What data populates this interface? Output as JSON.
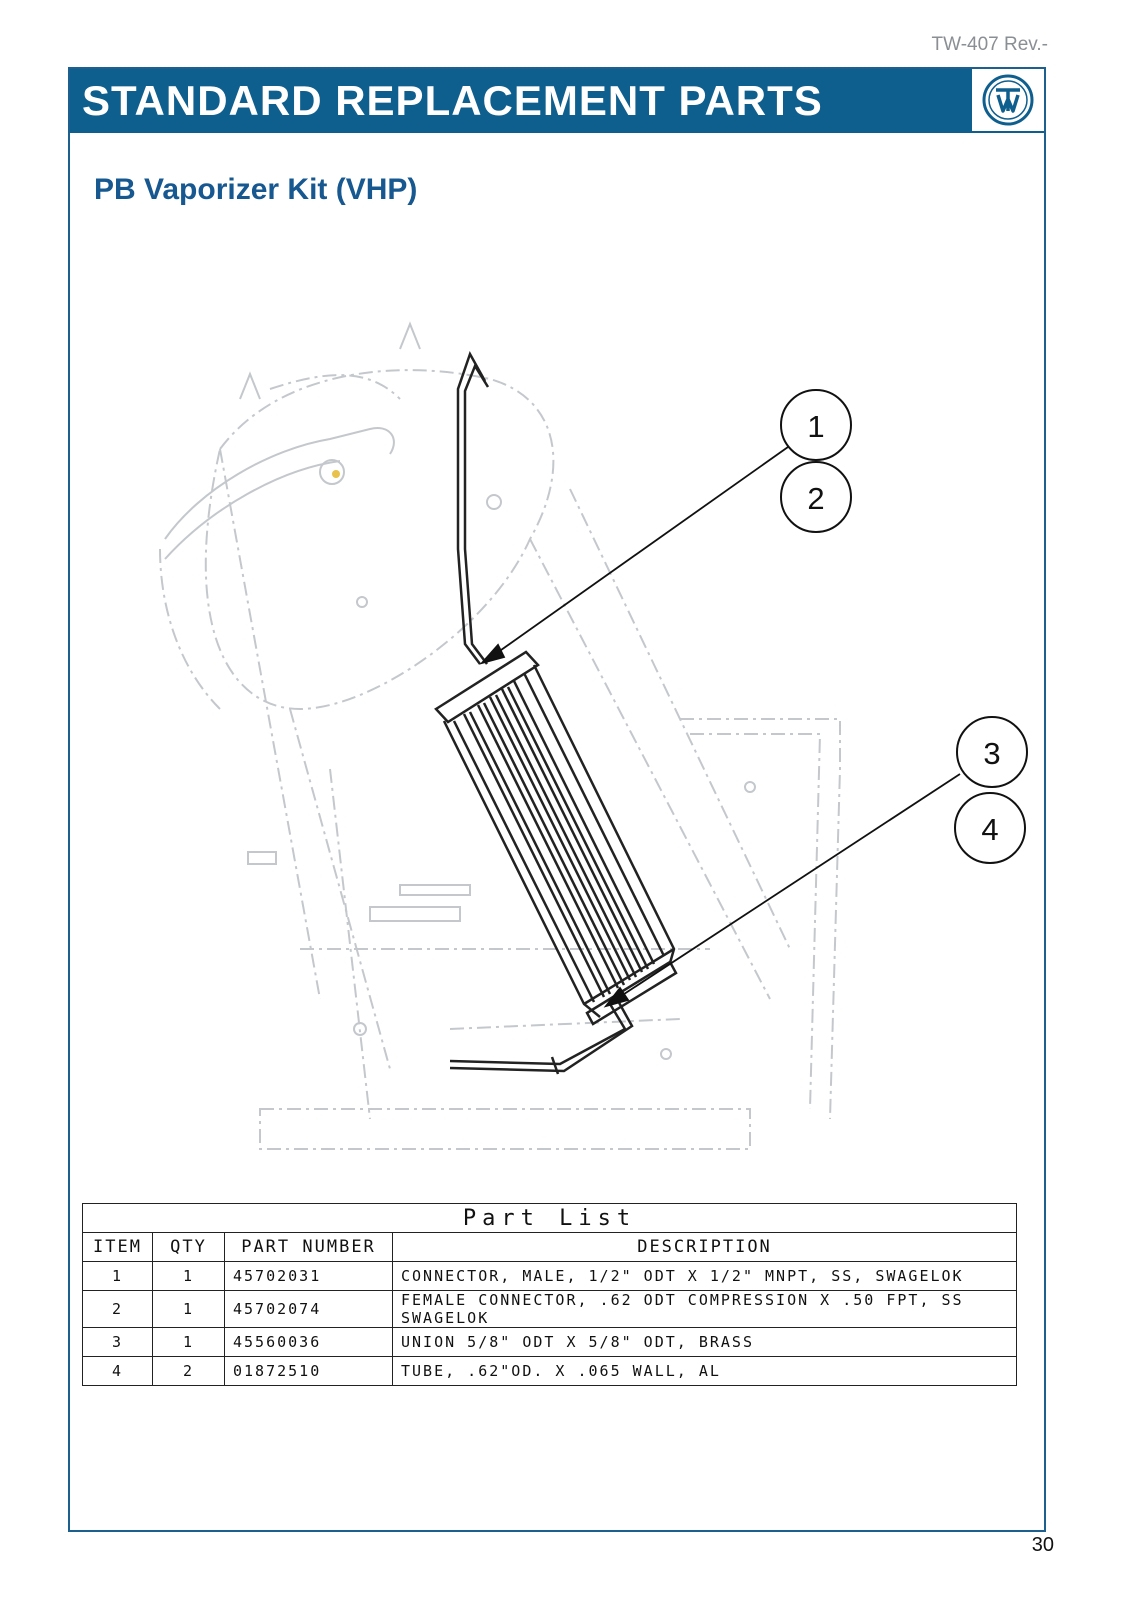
{
  "document_id": "TW-407 Rev.-",
  "banner": {
    "title": "STANDARD REPLACEMENT PARTS",
    "logo": "tw-logo"
  },
  "section_title": "PB Vaporizer Kit (VHP)",
  "callouts": [
    "1",
    "2",
    "3",
    "4"
  ],
  "part_list": {
    "caption": "Part List",
    "columns": [
      "ITEM",
      "QTY",
      "PART NUMBER",
      "DESCRIPTION"
    ],
    "rows": [
      {
        "item": "1",
        "qty": "1",
        "part_number": "45702031",
        "description": "CONNECTOR, MALE, 1/2\" ODT X 1/2\" MNPT, SS, SWAGELOK"
      },
      {
        "item": "2",
        "qty": "1",
        "part_number": "45702074",
        "description": "FEMALE CONNECTOR, .62 ODT COMPRESSION X .50 FPT, SS SWAGELOK"
      },
      {
        "item": "3",
        "qty": "1",
        "part_number": "45560036",
        "description": "UNION 5/8\" ODT X 5/8\" ODT, BRASS"
      },
      {
        "item": "4",
        "qty": "2",
        "part_number": "01872510",
        "description": "TUBE, .62\"OD. X .065 WALL, AL"
      }
    ]
  },
  "page_number": "30",
  "colors": {
    "banner": "#0f5f8e",
    "section_title": "#16588f",
    "frame": "#1d5f8f",
    "ghost_lines": "#c4c8cc"
  }
}
